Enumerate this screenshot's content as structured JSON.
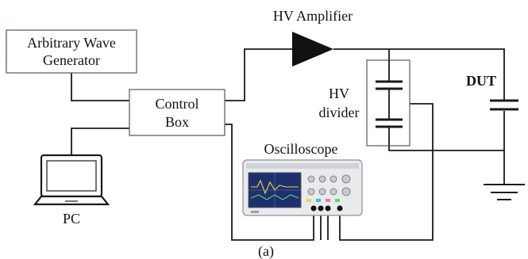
{
  "labels": {
    "awg_line1": "Arbitrary Wave",
    "awg_line2": "Generator",
    "control_line1": "Control",
    "control_line2": "Box",
    "pc": "PC",
    "amplifier": "HV Amplifier",
    "divider_line1": "HV",
    "divider_line2": "divider",
    "dut": "DUT",
    "oscilloscope": "Oscilloscope",
    "caption": "(a)"
  },
  "icons": {
    "pc": "laptop-icon",
    "oscilloscope": "oscilloscope-icon",
    "amplifier": "amplifier-triangle-icon",
    "capacitor": "capacitor-icon",
    "ground": "ground-icon"
  },
  "colors": {
    "line": "#1a1a1a",
    "box_border": "#5a6470",
    "scope_body": "#e8eaec",
    "scope_screen": "#1f2f6e",
    "amplifier_fill": "#111111"
  }
}
